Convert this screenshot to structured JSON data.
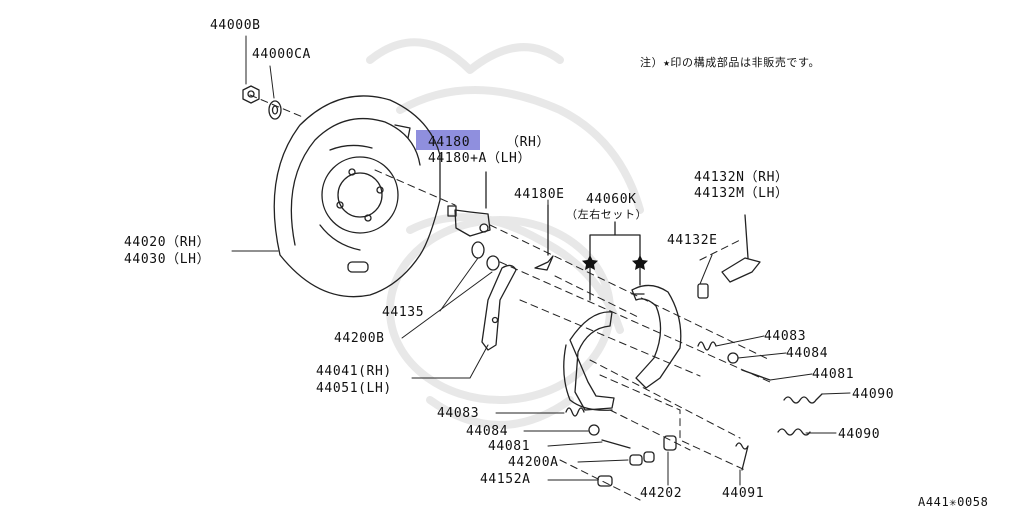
{
  "diagram": {
    "note": "注）★印の構成部品は非販売です。",
    "figure_code": "A441✳︎0058",
    "highlight_color": "#8f8fde",
    "labels": {
      "p44000B": "44000B",
      "p44000CA": "44000CA",
      "p44180_rh_num": "44180",
      "p44180_rh_side": "（RH）",
      "p44180_lh": "44180+A（LH）",
      "p44020": "44020（RH）",
      "p44030": "44030（LH）",
      "p44135": "44135",
      "p44200B": "44200B",
      "p44041": "44041(RH)",
      "p44051": "44051(LH)",
      "p44180E": "44180E",
      "p44060K": "44060K",
      "p44060K_note": "（左右セット）",
      "p44132N": "44132N（RH）",
      "p44132M": "44132M（LH）",
      "p44132E": "44132E",
      "p44083_r": "44083",
      "p44084_r": "44084",
      "p44081_r": "44081",
      "p44090_a": "44090",
      "p44090_b": "44090",
      "p44083_l": "44083",
      "p44084_l": "44084",
      "p44081_l": "44081",
      "p44200A": "44200A",
      "p44152A": "44152A",
      "p44202": "44202",
      "p44091": "44091"
    }
  }
}
